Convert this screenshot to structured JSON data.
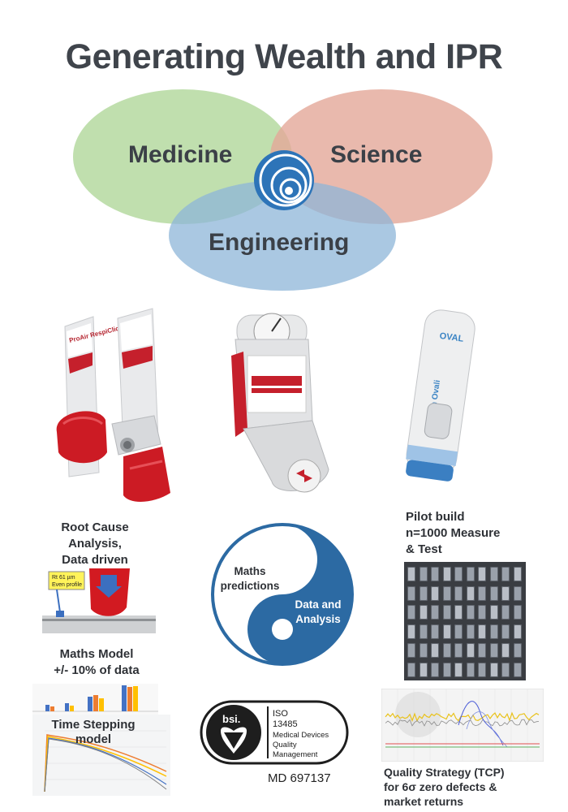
{
  "title": "Generating Wealth and IPR",
  "venn": {
    "medicine": "Medicine",
    "science": "Science",
    "engineering": "Engineering"
  },
  "inhalers": {
    "respiclick_brand": "ProAir RespiClick",
    "oval_brand": "OVAL",
    "sumalen_label": "Sumalen Ovali"
  },
  "root_cause": {
    "caption_line1": "Root Cause",
    "caption_line2": "Analysis,",
    "caption_line3": "Data driven",
    "note_line1": "Rt 61 µm",
    "note_line2": "Even profile"
  },
  "yin_yang": {
    "top_text_line1": "Maths",
    "top_text_line2": "predictions",
    "bottom_text_line1": "Data and",
    "bottom_text_line2": "Analysis"
  },
  "pilot": {
    "line1": "Pilot build",
    "line2": "n=1000 Measure",
    "line3": "& Test"
  },
  "maths_model": {
    "line1": "Maths Model",
    "line2": "+/- 10% of data",
    "time_line1": "Time Stepping",
    "time_line2": "model"
  },
  "bsi": {
    "brand": "bsi.",
    "line1": "ISO",
    "line2": "13485",
    "line3": "Medical Devices",
    "line4": "Quality",
    "line5": "Management",
    "cert": "MD 697137"
  },
  "quality": {
    "line1": "Quality Strategy (TCP)",
    "line2": "for 6σ zero defects &",
    "line3": "market returns"
  },
  "colors": {
    "medicine": "#b4d9a0",
    "science": "#e2a69a",
    "engineering": "#8fb8d9",
    "yinyang_blue": "#2c6aa3",
    "text_dark": "#3f444b",
    "inhaler_red": "#cc1b24"
  }
}
